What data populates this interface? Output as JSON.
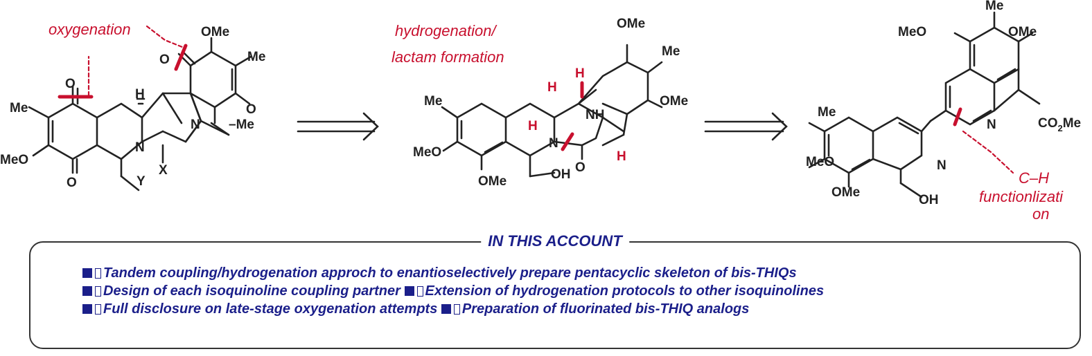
{
  "annotations": {
    "oxygenation": "oxygenation",
    "hydrogenation_line1": "hydrogenation/",
    "hydrogenation_line2": "lactam formation",
    "ch_line1": "C–H",
    "ch_line2": "functionlizati",
    "ch_line3": "on"
  },
  "molecule1": {
    "ome_top": "OMe",
    "me_right": "Me",
    "o_top": "O",
    "o_ketone_left": "O",
    "h_label": "H",
    "o_right": "O",
    "me_left": "Me",
    "n_bridge": "N",
    "n_me": "–Me",
    "meo_left": "MeO",
    "n_ring": "N",
    "o_bottom": "O",
    "x_label": "X",
    "y_label": "Y"
  },
  "molecule2": {
    "ome_top": "OMe",
    "me_right": "Me",
    "me_left": "Me",
    "h_top": "H",
    "h_left": "H",
    "nh": "NH",
    "ome_right": "OMe",
    "meo_left": "MeO",
    "n_ring": "N",
    "h_bottom": "H",
    "o_lactam": "O",
    "ome_bottom": "OMe",
    "oh": "OH"
  },
  "molecule3": {
    "me_top": "Me",
    "meo_top": "MeO",
    "ome_top": "OMe",
    "me_left": "Me",
    "n_top": "N",
    "co2me": "CO",
    "co2me_sub": "2",
    "co2me_tail": "Me",
    "meo_left": "MeO",
    "n_bottom": "N",
    "ome_bottom": "OMe",
    "oh": "OH"
  },
  "account": {
    "title": "IN THIS ACCOUNT",
    "items": [
      "Tandem coupling/hydrogenation approch to enantioselectively prepare pentacyclic skeleton of bis-THIQs",
      "Design of each isoquinoline coupling partner",
      "Extension of hydrogenation protocols to other isoquinolines",
      "Full disclosure on late-stage oxygenation attempts",
      "Preparation of fluorinated bis-THIQ analogs"
    ]
  },
  "colors": {
    "annotation_red": "#c8102e",
    "account_blue": "#1b1f8a",
    "bond_black": "#222222"
  }
}
